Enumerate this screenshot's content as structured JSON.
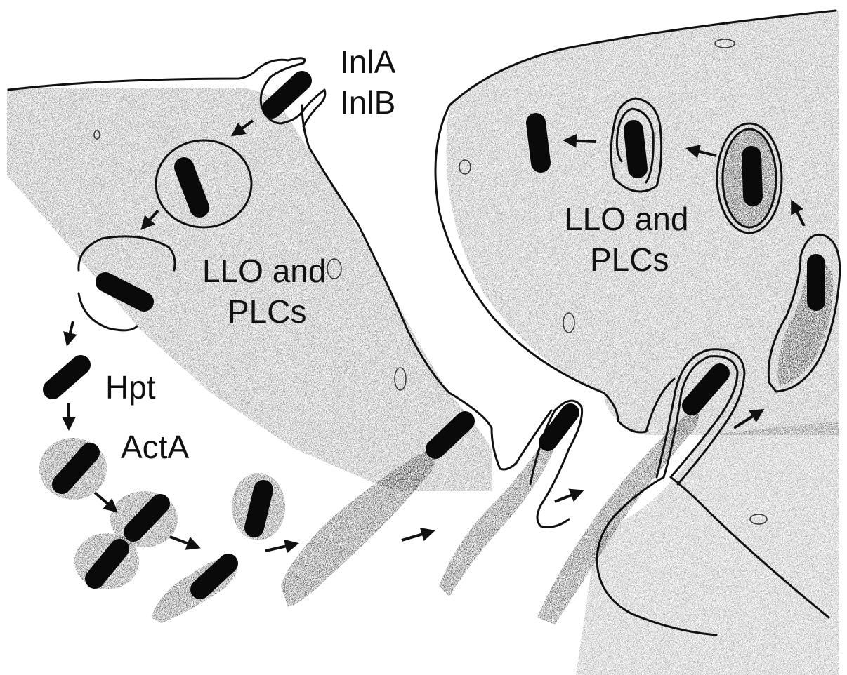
{
  "labels": {
    "inla": "InlA",
    "inlb": "InlB",
    "llo_left_line1": "LLO and",
    "llo_left_line2": "PLCs",
    "hpt": "Hpt",
    "acta": "ActA",
    "llo_right_line1": "LLO and",
    "llo_right_line2": "PLCs"
  },
  "icons": {
    "bacterium": "rod-shaped-bacterium",
    "vacuole": "membrane-vacuole",
    "arrow": "direction-arrow",
    "actin": "actin-comet-tail"
  }
}
